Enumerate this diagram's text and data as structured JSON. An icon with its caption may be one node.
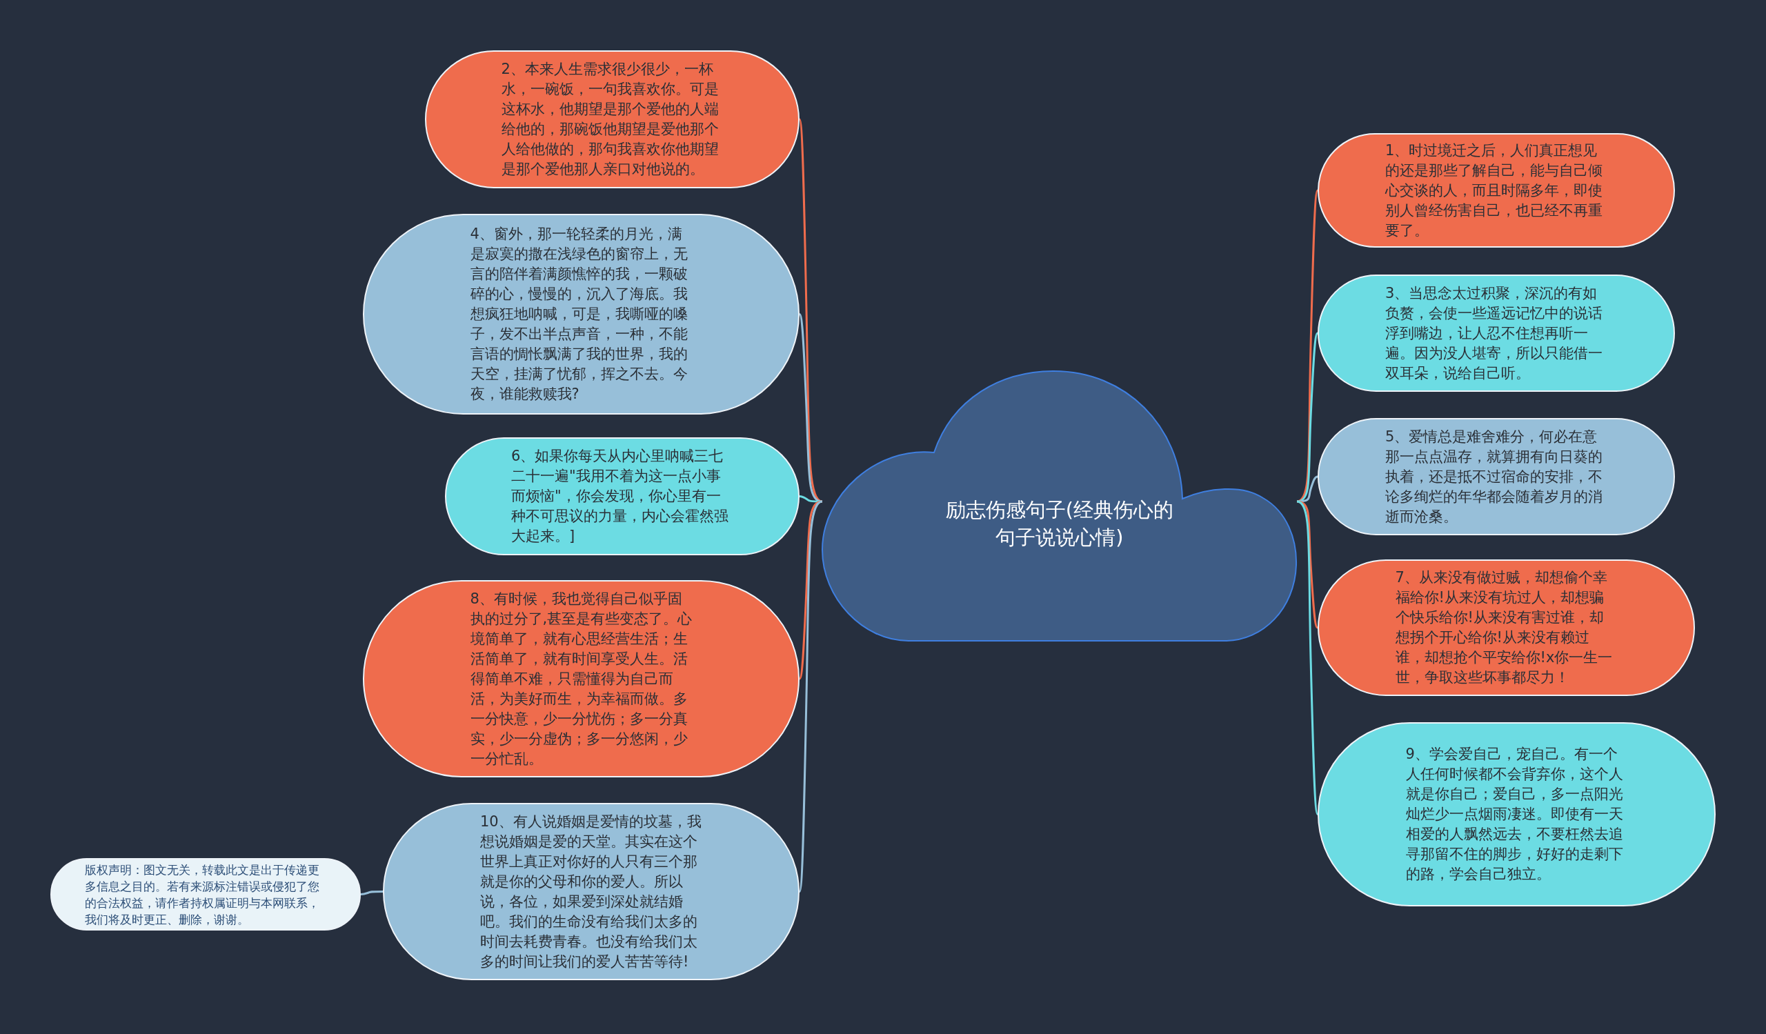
{
  "diagram": {
    "nodes": [
      {
        "text": [
          "励志伤感句子(经典伤心的句子说说心情)"
        ]
      },
      {
        "text": [
          "2、本来人生需求很少很少，一杯水，一碗饭，一句我喜欢你。可是这杯水，他期望是那个爱他的人端给他的，那碗饭他期望是爱他那个人给他做的，那句我喜欢你他期望是那个爱他那人亲口对他说的。"
        ]
      },
      {
        "text": [
          "4、窗外，那一轮轻柔的月光，满是寂寞的撒在浅绿色的窗帘上，无言的陪伴着满颜憔悴的我，一颗破碎的心，慢慢的，沉入了海底。我想疯狂地呐喊，可是，我嘶哑的嗓子，发不出半点声音，一种，不能言语的惆怅飘满了我的世界，我的天空，挂满了忧郁，挥之不去。今夜，谁能救赎我?"
        ]
      },
      {
        "text": [
          "6、如果你每天从内心里呐喊三七二十一遍\"我用不着为这一点小事而烦恼\"，你会发现，你心里有一种不可思议的力量，内心会霍然强大起来。]"
        ]
      },
      {
        "text": [
          "8、有时候，我也觉得自己似乎固执的过分了,甚至是有些变态了。心境简单了，就有心思经营生活；生活简单了，就有时间享受人生。活得简单不难，只需懂得为自己而活，为美好而生，为幸福而做。多一分快意，少一分忧伤；多一分真实，少一分虚伪；多一分悠闲，少一分忙乱。"
        ]
      },
      {
        "text": [
          "10、有人说婚姻是爱情的坟墓，我想说婚姻是爱的天堂。其实在这个世界上真正对你好的人只有三个那就是你的父母和你的爱人。所以说，各位，如果爱到深处就结婚吧。我们的生命没有给我们太多的时间去耗费青春。也没有给我们太多的时间让我们的爱人苦苦等待!"
        ]
      },
      {
        "text": [
          "1、时过境迁之后，人们真正想见的还是那些了解自己，能与自己倾心交谈的人，而且时隔多年，即使别人曾经伤害自己，也已经不再重要了。"
        ]
      },
      {
        "text": [
          "3、当思念太过积聚，深沉的有如负赘，会使一些遥远记忆中的说话浮到嘴边，让人忍不住想再听一遍。因为没人堪寄，所以只能借一双耳朵，说给自己听。"
        ]
      },
      {
        "text": [
          "5、爱情总是难舍难分，何必在意那一点点温存，就算拥有向日葵的执着，还是抵不过宿命的安排，不论多绚烂的年华都会随着岁月的消逝而沧桑。"
        ]
      },
      {
        "text": [
          "7、从来没有做过贼，却想偷个幸福给你!从来没有坑过人，却想骗个快乐给你!从来没有害过谁，却想拐个开心给你!从来没有赖过谁，却想抢个平安给你!x你一生一世，争取这些坏事都尽力！"
        ]
      },
      {
        "text": [
          "9、学会爱自己，宠自己。有一个人任何时候都不会背弃你，这个人就是你自己；爱自己，多一点阳光灿烂少一点烟雨凄迷。即使有一天相爱的人飘然远去，不要枉然去追寻那留不住的脚步，好好的走剩下的路，学会自己独立。"
        ]
      },
      {
        "text": [
          "版权声明：图文无关，转载此文是出于传递更多信息之目的。若有来源标注错误或侵犯了您的合法权益，请作者持权属证明与本网联系，我们将及时更正、删除，谢谢。"
        ]
      }
    ],
    "edges": [
      {
        "from": 0,
        "to": 1,
        "arrow": "none",
        "color": "#ef6c4d"
      },
      {
        "from": 0,
        "to": 2,
        "arrow": "none",
        "color": "#97bfd9"
      },
      {
        "from": 0,
        "to": 3,
        "arrow": "none",
        "color": "#6cdce3"
      },
      {
        "from": 0,
        "to": 4,
        "arrow": "none",
        "color": "#ef6c4d"
      },
      {
        "from": 0,
        "to": 5,
        "arrow": "none",
        "color": "#97bfd9"
      },
      {
        "from": 0,
        "to": 6,
        "arrow": "none",
        "color": "#ef6c4d"
      },
      {
        "from": 0,
        "to": 7,
        "arrow": "none",
        "color": "#6cdce3"
      },
      {
        "from": 0,
        "to": 8,
        "arrow": "none",
        "color": "#97bfd9"
      },
      {
        "from": 0,
        "to": 9,
        "arrow": "none",
        "color": "#ef6c4d"
      },
      {
        "from": 0,
        "to": 10,
        "arrow": "none",
        "color": "#6cdce3"
      },
      {
        "from": 5,
        "to": 11,
        "arrow": "none",
        "color": "#97bfd9"
      }
    ]
  }
}
